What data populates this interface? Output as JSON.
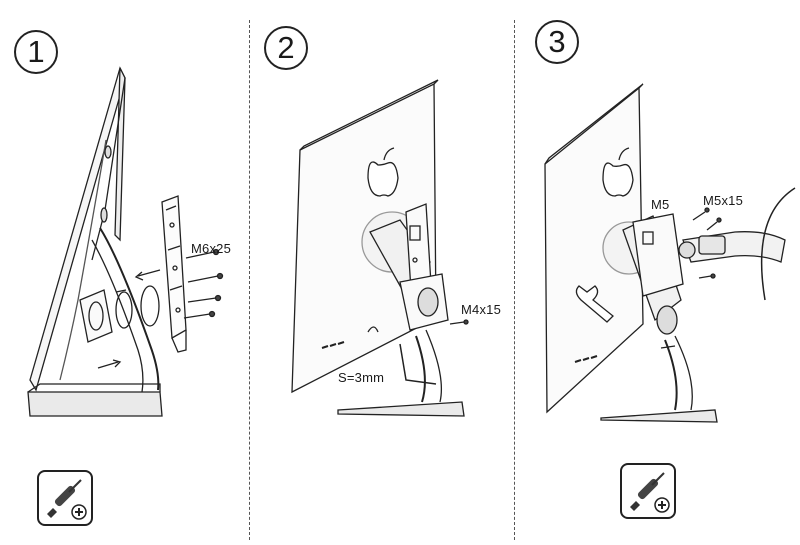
{
  "steps": [
    {
      "number": "1",
      "labels": [
        "M6x25"
      ]
    },
    {
      "number": "2",
      "labels": [
        "M4x15",
        "S=3mm"
      ]
    },
    {
      "number": "3",
      "labels": [
        "M5",
        "M5x15"
      ]
    }
  ],
  "tool_icon": "phillips-screwdriver-icon"
}
